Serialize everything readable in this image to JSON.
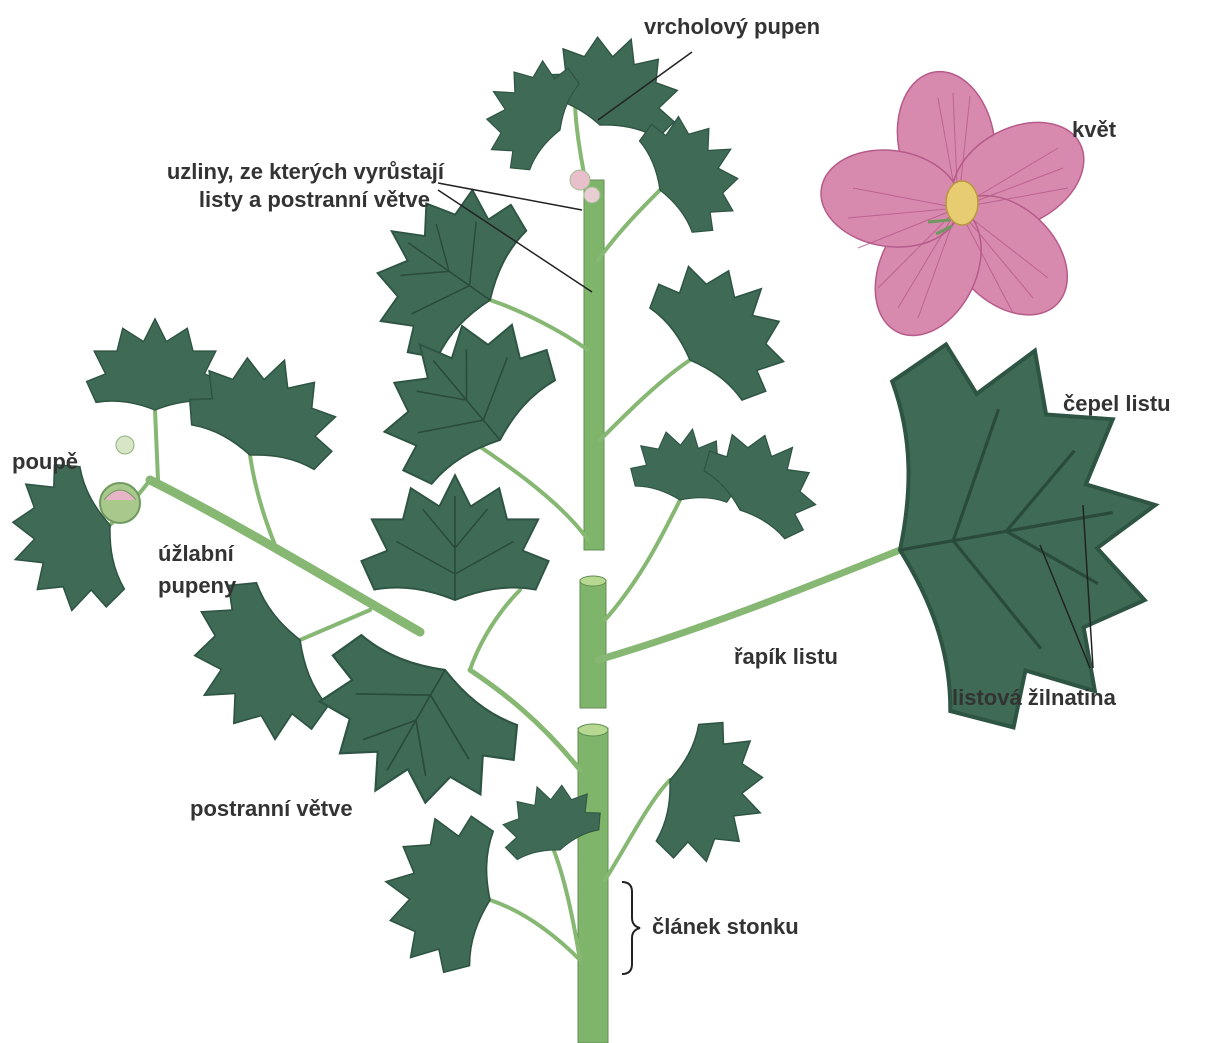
{
  "labels": {
    "apical_bud": "vrcholový pupen",
    "nodes_line1": "uzliny, ze kterých vyrůstají",
    "nodes_line2": "listy a postranní větve",
    "flower": "květ",
    "leaf_blade": "čepel listu",
    "flower_bud": "poupě",
    "axillary_line1": "úžlabní",
    "axillary_line2": "pupeny",
    "petiole": "řapík listu",
    "venation": "listová žilnatina",
    "side_branches": "postranní větve",
    "internode": "článek stonku"
  },
  "colors": {
    "leaf": "#3f6b56",
    "leaf_dark": "#2e5543",
    "stem": "#7fb56a",
    "stem_light": "#b6d891",
    "petal": "#d889ae",
    "petal_vein": "#b65a8a",
    "stamen": "#e8cc72",
    "label": "#333333",
    "leader": "#222222"
  }
}
